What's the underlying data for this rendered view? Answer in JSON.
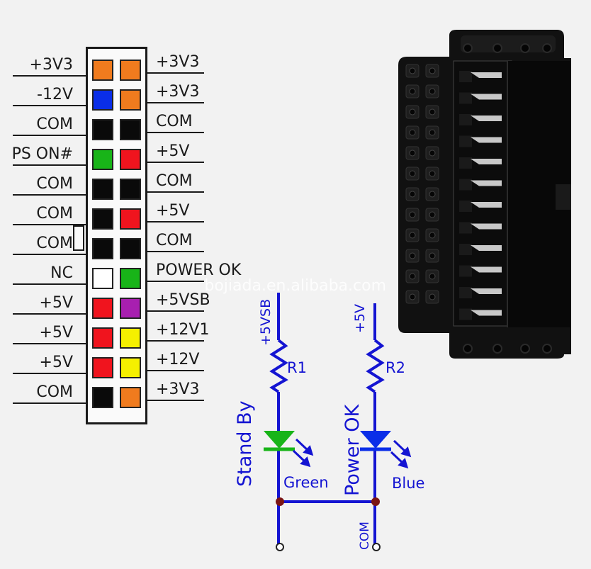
{
  "colors": {
    "orange": "#f07b1e",
    "blue": "#0a2ee8",
    "black": "#0a0a0a",
    "green": "#18b418",
    "red": "#f0141e",
    "white": "#ffffff",
    "purple": "#a81fb0",
    "yellow": "#f5f000",
    "schematic": "#1414d2",
    "node": "#7a1414",
    "led_green": "#18b418",
    "led_blue": "#0a2ee8"
  },
  "connector": {
    "left_labels": [
      "+3V3",
      "-12V",
      "COM",
      "PS ON#",
      "COM",
      "COM",
      "COM",
      "NC",
      "+5V",
      "+5V",
      "+5V",
      "COM"
    ],
    "right_labels": [
      "+3V3",
      "+3V3",
      "COM",
      "+5V",
      "COM",
      "+5V",
      "COM",
      "POWER OK",
      "+5VSB",
      "+12V1",
      "+12V",
      "+3V3"
    ],
    "left_pins": [
      "orange",
      "blue",
      "black",
      "green",
      "black",
      "black",
      "black",
      "white",
      "red",
      "red",
      "red",
      "black"
    ],
    "right_pins": [
      "orange",
      "orange",
      "black",
      "red",
      "black",
      "red",
      "black",
      "green",
      "purple",
      "yellow",
      "yellow",
      "orange"
    ]
  },
  "watermark": "bojiada.en.alibaba.com",
  "schematic": {
    "supply_left": "+5VSB",
    "supply_right": "+5V",
    "resistor_left": "R1",
    "resistor_right": "R2",
    "led_left_name": "Stand By",
    "led_right_name": "Power OK",
    "led_left_color": "Green",
    "led_right_color": "Blue",
    "ground": "COM"
  }
}
